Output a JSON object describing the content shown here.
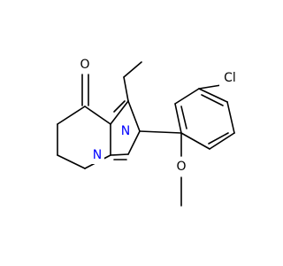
{
  "molecule": {
    "atoms": {
      "oxygen_ketone": {
        "symbol": "O",
        "color": "#000000"
      },
      "nitrogen_2": {
        "symbol": "N",
        "color": "#0000ff"
      },
      "nitrogen_1": {
        "symbol": "N",
        "color": "#0000ff"
      },
      "chlorine": {
        "symbol": "Cl",
        "color": "#000000"
      },
      "oxygen_methoxy": {
        "symbol": "O",
        "color": "#000000"
      }
    }
  }
}
